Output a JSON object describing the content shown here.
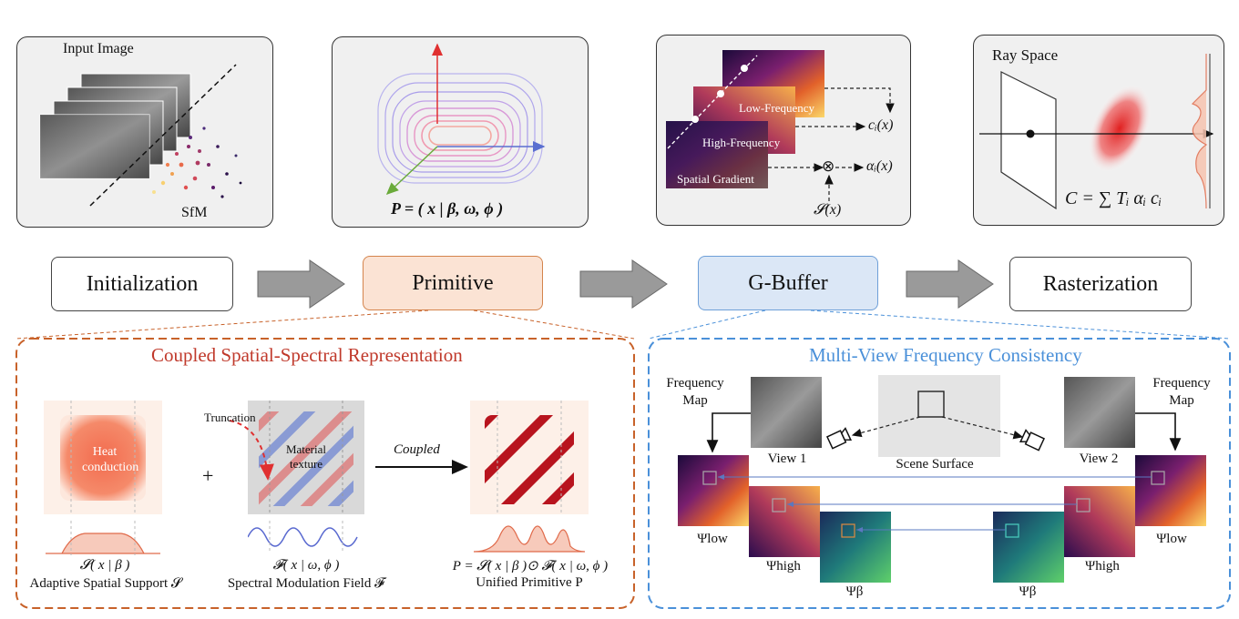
{
  "top_panels": {
    "init": {
      "input_label": "Input Image",
      "sfm_label": "SfM"
    },
    "primitive": {
      "formula": "P = ( x | β, ω, ϕ )"
    },
    "gbuffer": {
      "low_label": "Low-Frequency",
      "high_label": "High-Frequency",
      "grad_label": "Spatial Gradient",
      "ci": "cᵢ(x)",
      "alpha": "αᵢ(x)",
      "s": "𝓢(x)",
      "otimes": "⊗"
    },
    "raster": {
      "title": "Ray Space",
      "formula": "C = ∑ Tᵢ αᵢ cᵢ"
    }
  },
  "stages": {
    "init": "Initialization",
    "primitive": "Primitive",
    "gbuffer": "G-Buffer",
    "raster": "Rasterization"
  },
  "left_section": {
    "title": "Coupled Spatial-Spectral Representation",
    "heat_label": "Heat conduction",
    "material_label": "Material texture",
    "truncation": "Truncation",
    "plus": "+",
    "coupled": "Coupled",
    "s_formula": "𝓢( x | β )",
    "s_caption": "Adaptive Spatial Support 𝓢",
    "f_formula": "𝓕( x | ω, ϕ )",
    "f_caption": "Spectral Modulation Field 𝓕",
    "p_formula": "P = 𝓢( x | β )⊙ 𝓕( x | ω, ϕ )",
    "p_caption": "Unified Primitive P"
  },
  "right_section": {
    "title": "Multi-View Frequency Consistency",
    "freq_map_left": "Frequency Map",
    "freq_map_right": "Frequency Map",
    "view1": "View 1",
    "view2": "View 2",
    "scene_surface": "Scene Surface",
    "psi_low": "Ψlow",
    "psi_high": "Ψhigh",
    "psi_beta": "Ψβ"
  },
  "colors": {
    "left_border": "#c8622a",
    "left_title": "#c0392b",
    "right_border": "#4a90d9",
    "right_title": "#4a90d9",
    "primitive_fill": "#fbe3d4",
    "primitive_border": "#d4844c",
    "gbuffer_fill": "#dbe7f6",
    "gbuffer_border": "#6e9fd8",
    "arrow_fill": "#9a9a9a"
  }
}
